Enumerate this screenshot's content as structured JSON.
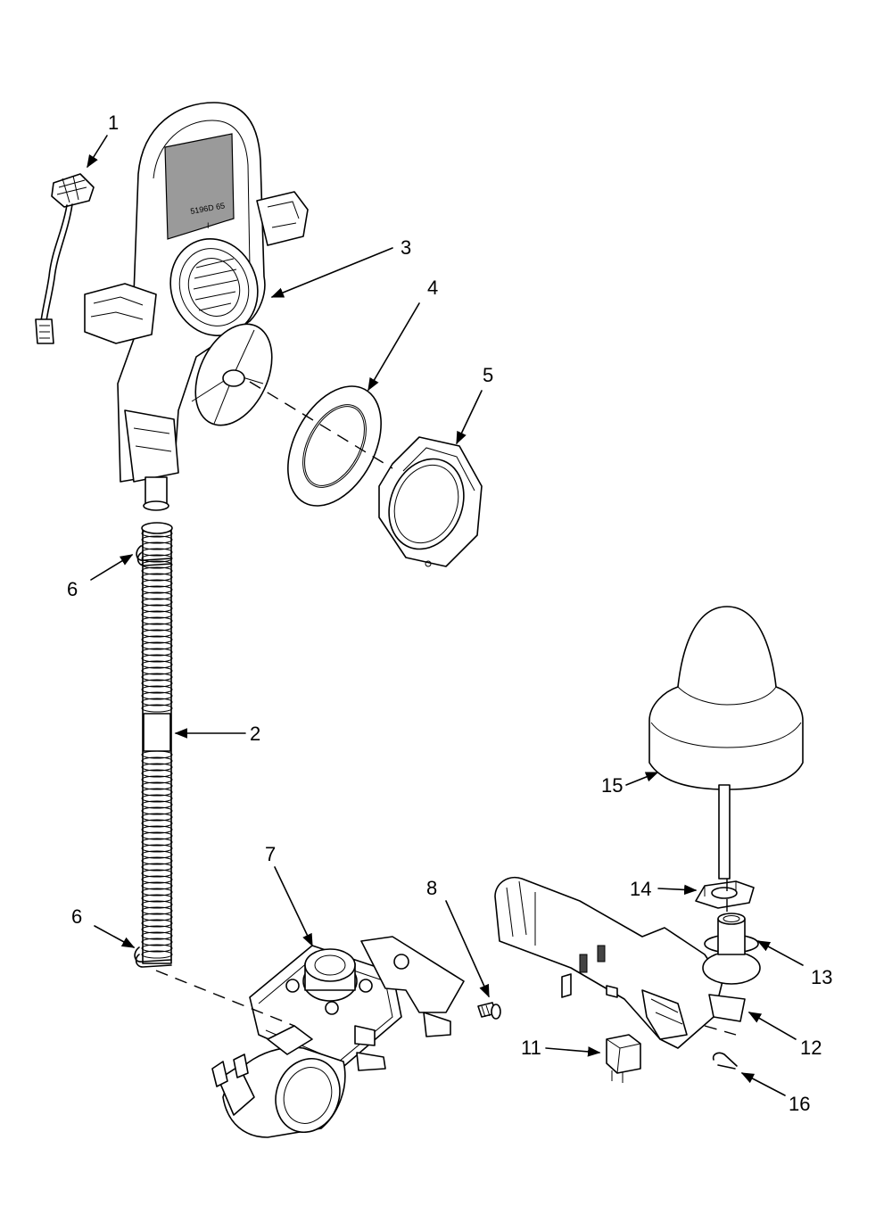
{
  "part_labels": {
    "p1": "1",
    "p2": "2",
    "p3": "3",
    "p4": "4",
    "p5": "5",
    "p6a": "6",
    "p6b": "6",
    "p7": "7",
    "p8": "8",
    "p11": "11",
    "p12": "12",
    "p13": "13",
    "p14": "14",
    "p15": "15",
    "p16": "16"
  },
  "part_markings": {
    "housing_line1": "5196D 65",
    "housing_line2": "I"
  }
}
